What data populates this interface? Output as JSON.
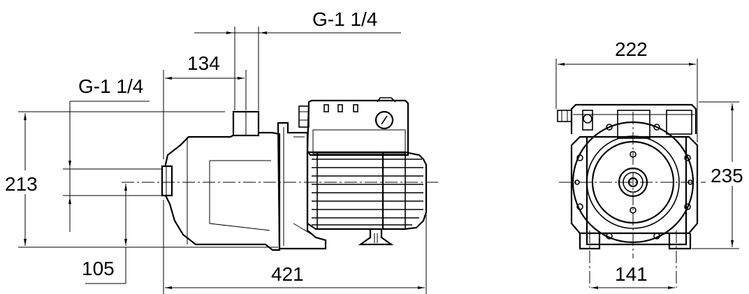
{
  "dimensions": {
    "outlet_thread": "G-1 1/4",
    "outlet_offset": "134",
    "inlet_thread": "G-1 1/4",
    "height_total_side": "213",
    "inlet_height": "105",
    "length_total": "421",
    "width_total": "222",
    "height_total_front": "235",
    "foot_spacing": "141"
  }
}
